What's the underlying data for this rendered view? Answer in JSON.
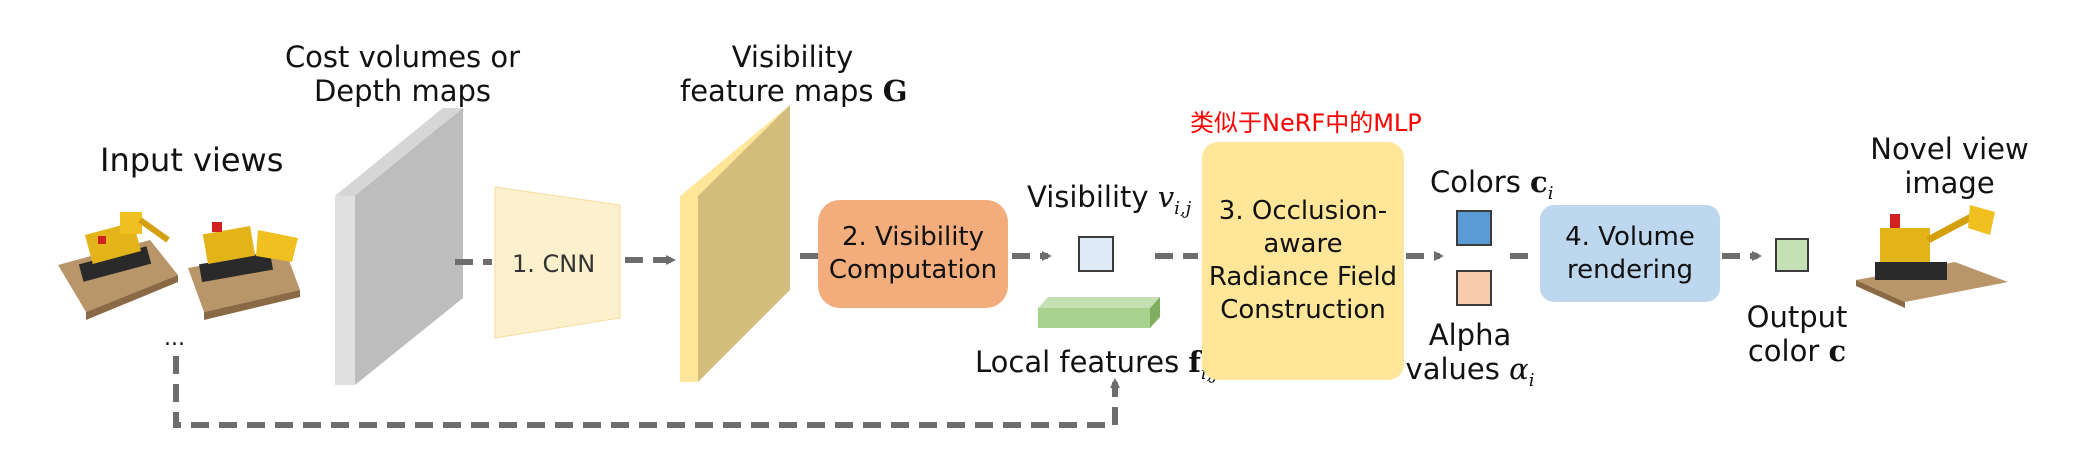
{
  "labels": {
    "input_views": "Input views",
    "ellipsis": "...",
    "cost_volumes_line1": "Cost volumes or",
    "cost_volumes_line2": "Depth maps",
    "cnn": "1. CNN",
    "visibility_maps_line1": "Visibility",
    "visibility_maps_line2": "feature maps",
    "visibility_maps_symbol": "G",
    "visibility_computation_line1": "2. Visibility",
    "visibility_computation_line2": "Computation",
    "visibility_var_text": "Visibility",
    "visibility_var_symbol": "v",
    "visibility_var_subscript": "i,j",
    "local_features_text": "Local features",
    "local_features_symbol": "f",
    "local_features_subscript": "i,j",
    "annotation_red": "类似于NeRF中的MLP",
    "occlusion_line1": "3. Occlusion-",
    "occlusion_line2": "aware",
    "occlusion_line3": "Radiance Field",
    "occlusion_line4": "Construction",
    "colors_text": "Colors",
    "colors_symbol": "c",
    "colors_subscript": "i",
    "alpha_line1": "Alpha",
    "alpha_line2": "values",
    "alpha_symbol": "α",
    "alpha_subscript": "i",
    "volume_line1": "4. Volume",
    "volume_line2": "rendering",
    "output_line1": "Output",
    "output_line2": "color",
    "output_symbol": "c",
    "novel_line1": "Novel view",
    "novel_line2": "image"
  },
  "colors": {
    "cost_volume": "#bdbdbd",
    "cnn": "#fdf0cc",
    "visibility_maps": "#d3bd7d",
    "visibility_computation": "#f3ad7c",
    "visibility_square": "#deebf7",
    "local_features": "#a9d18e",
    "occlusion_box": "#ffe699",
    "colors_square": "#5b9bd5",
    "alpha_square": "#f8cbad",
    "volume_rendering": "#bdd7ee",
    "output_square": "#c5e0b4",
    "annotation": "#ff0000",
    "arrow": "#6d6d6d"
  }
}
